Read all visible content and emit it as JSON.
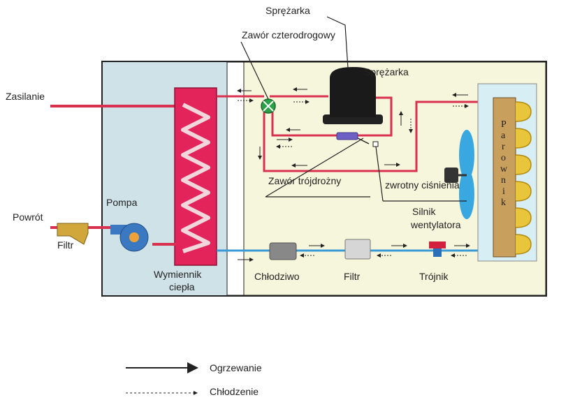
{
  "labels": {
    "compressor_top": "Sprężarka",
    "four_way_valve": "Zawór czterodrogowy",
    "compressor": "Sprężarka",
    "supply": "Zasilanie",
    "return": "Powrót",
    "pump": "Pompa",
    "filter_left": "Filtr",
    "heat_exchanger": [
      "Wymiennik",
      "ciepła"
    ],
    "three_way_valve": "Zawór trójdrożny",
    "check_valve": "zwrotny ciśnienia",
    "fan_motor": [
      "Silnik",
      "wentylatora"
    ],
    "evaporator": [
      "P",
      "a",
      "r",
      "o",
      "w",
      "n",
      "i",
      "k"
    ],
    "refrigerant": "Chłodziwo",
    "filter": "Filtr",
    "tee": "Trójnik"
  },
  "legend": {
    "heating": "Ogrzewanie",
    "cooling": "Chłodzenie"
  },
  "colors": {
    "hot_pipe": "#d9304f",
    "cold_pipe": "#3a9ad6",
    "left_panel": "#cfe2e8",
    "right_panel": "#f6f6dc",
    "evaporator_fill": "#c99f5e",
    "coil_yellow": "#e8c53a",
    "fan": "#3aa8e0"
  }
}
